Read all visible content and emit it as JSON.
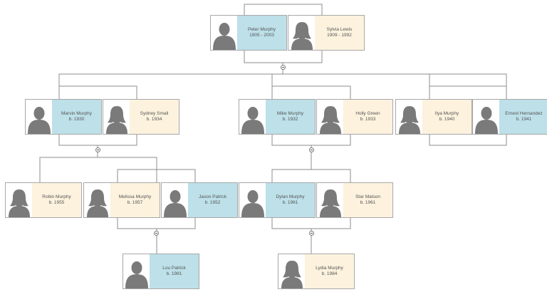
{
  "colors": {
    "male_fill": "#bde0e9",
    "female_fill": "#fcf2de",
    "line": "#8c8c8c"
  },
  "people": {
    "peter": {
      "name": "Peter Murphy",
      "dates": "1905 - 2003",
      "gender": "male",
      "icon": "male-silhouette-icon"
    },
    "sylvia": {
      "name": "Sylvia Lewis",
      "dates": "1909 - 1992",
      "gender": "female",
      "icon": "female-silhouette-icon"
    },
    "marvin": {
      "name": "Marvin Murphy",
      "dates": "b. 1930",
      "gender": "male",
      "icon": "male-silhouette-icon"
    },
    "sydney": {
      "name": "Sydney Small",
      "dates": "b. 1934",
      "gender": "female",
      "icon": "female-silhouette-icon"
    },
    "mike": {
      "name": "Mike Murphy",
      "dates": "b. 1932",
      "gender": "male",
      "icon": "male-silhouette-icon"
    },
    "holly": {
      "name": "Holly Green",
      "dates": "b. 1933",
      "gender": "female",
      "icon": "female-silhouette-icon"
    },
    "ilya": {
      "name": "Ilya Murphy",
      "dates": "b. 1940",
      "gender": "female",
      "icon": "female-silhouette-icon"
    },
    "ernest": {
      "name": "Ernest Hernandez",
      "dates": "b. 1941",
      "gender": "male",
      "icon": "male-silhouette-icon"
    },
    "robin": {
      "name": "Robin Murphy",
      "dates": "b. 1955",
      "gender": "female",
      "icon": "female-silhouette-icon"
    },
    "melissa": {
      "name": "Melissa Murphy",
      "dates": "b. 1957",
      "gender": "female",
      "icon": "female-silhouette-icon"
    },
    "jason": {
      "name": "Jason Patrick",
      "dates": "b. 1952",
      "gender": "male",
      "icon": "male-silhouette-icon"
    },
    "dylan": {
      "name": "Dylan Murphy",
      "dates": "b. 1961",
      "gender": "male",
      "icon": "male-silhouette-icon"
    },
    "star": {
      "name": "Star Matson",
      "dates": "b. 1961",
      "gender": "female",
      "icon": "female-silhouette-icon"
    },
    "lou": {
      "name": "Lou Patrick",
      "dates": "b. 1981",
      "gender": "male",
      "icon": "male-silhouette-icon"
    },
    "lydia": {
      "name": "Lydia Murphy",
      "dates": "b. 1984",
      "gender": "female",
      "icon": "female-silhouette-icon"
    }
  }
}
